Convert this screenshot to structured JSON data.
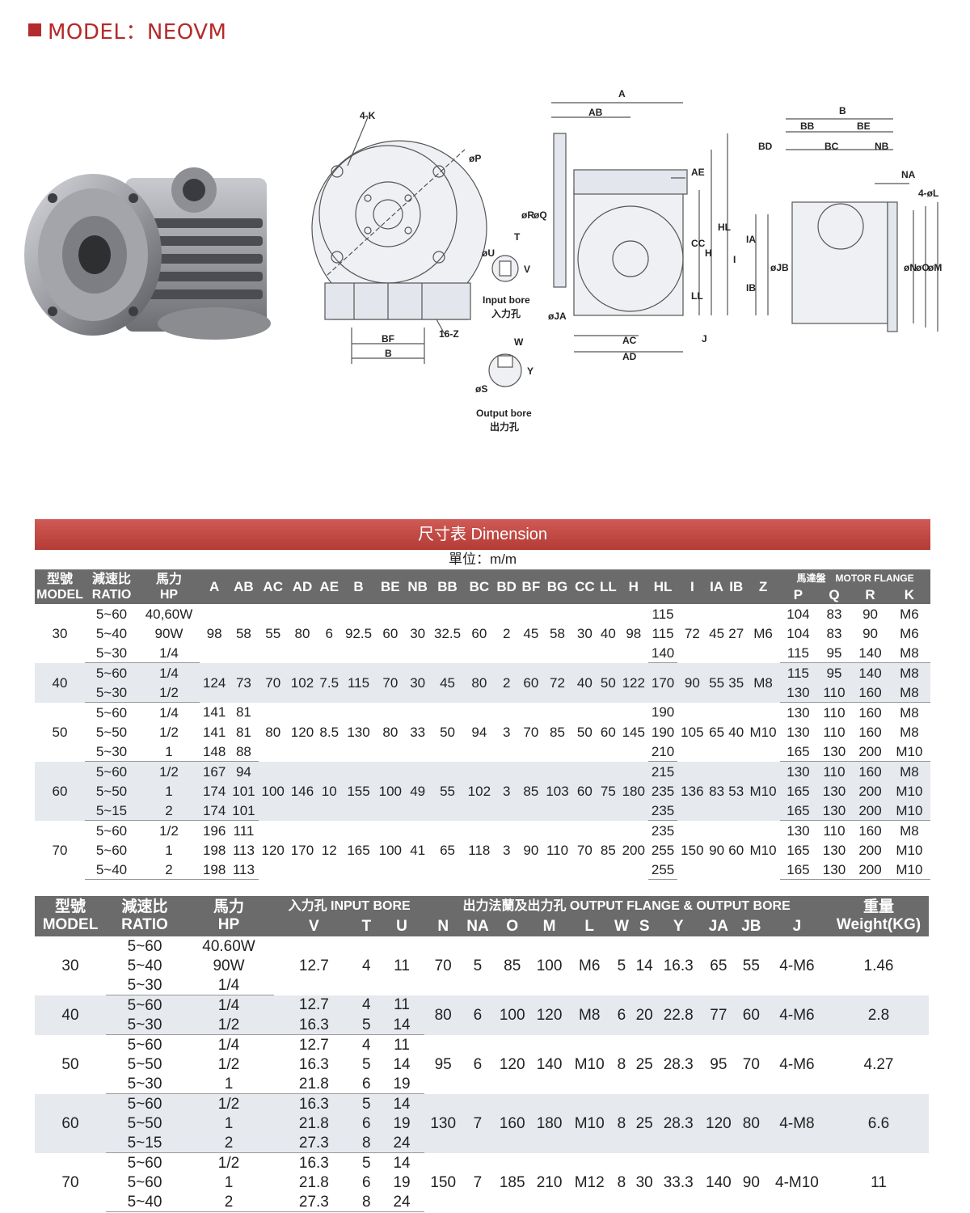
{
  "header": {
    "title": "MODEL：NEOVM"
  },
  "drawing": {
    "labels": {
      "k": "4-K",
      "p": "øP",
      "bf": "BF",
      "b_front": "B",
      "z": "16-Z",
      "a": "A",
      "ab": "AB",
      "ae": "AE",
      "r": "øR",
      "q": "øQ",
      "cc": "CC",
      "h": "H",
      "hl": "HL",
      "ll": "LL",
      "ja": "øJA",
      "ac": "AC",
      "ad": "AD",
      "j": "J",
      "b_side": "B",
      "bb": "BB",
      "be": "BE",
      "bd": "BD",
      "bc": "BC",
      "nb": "NB",
      "na": "NA",
      "l": "4-øL",
      "i": "I",
      "ia": "IA",
      "ib": "IB",
      "jb": "øJB",
      "n": "øN",
      "o": "øO",
      "m": "øM",
      "u": "øU",
      "t": "T",
      "v": "V",
      "s": "øS",
      "w": "W",
      "y": "Y"
    },
    "input_bore_en": "Input bore",
    "input_bore_cn": "入力孔",
    "output_bore_en": "Output bore",
    "output_bore_cn": "出力孔"
  },
  "table1": {
    "banner": "尺寸表 Dimension",
    "unit": "單位：m/m",
    "headers": {
      "model_cn": "型號",
      "model_en": "MODEL",
      "ratio_cn": "減速比",
      "ratio_en": "RATIO",
      "hp_cn": "馬力",
      "hp_en": "HP",
      "cols": [
        "A",
        "AB",
        "AC",
        "AD",
        "AE",
        "B",
        "BE",
        "NB",
        "BB",
        "BC",
        "BD",
        "BF",
        "BG",
        "CC",
        "LL",
        "H",
        "HL",
        "I",
        "IA",
        "IB",
        "Z"
      ],
      "motor_flange": "馬達盤　MOTOR FLANGE",
      "mf_cols": [
        "P",
        "Q",
        "R",
        "K"
      ]
    },
    "rows": [
      [
        "30",
        "5~60",
        "40,60W",
        "98",
        "58",
        "55",
        "80",
        "6",
        "92.5",
        "60",
        "30",
        "32.5",
        "60",
        "2",
        "45",
        "58",
        "30",
        "40",
        "98",
        "115",
        "72",
        "45",
        "27",
        "M6",
        "104",
        "83",
        "90",
        "M6"
      ],
      [
        "",
        "5~40",
        "90W",
        "",
        "",
        "",
        "",
        "",
        "",
        "",
        "",
        "",
        "",
        "",
        "",
        "",
        "",
        "",
        "",
        "115",
        "",
        "",
        "",
        "",
        "104",
        "83",
        "90",
        "M6"
      ],
      [
        "",
        "5~30",
        "1/4",
        "",
        "",
        "",
        "",
        "",
        "",
        "",
        "",
        "",
        "",
        "",
        "",
        "",
        "",
        "",
        "",
        "140",
        "",
        "",
        "",
        "",
        "115",
        "95",
        "140",
        "M8"
      ],
      [
        "40",
        "5~60",
        "1/4",
        "124",
        "73",
        "70",
        "102",
        "7.5",
        "115",
        "70",
        "30",
        "45",
        "80",
        "2",
        "60",
        "72",
        "40",
        "50",
        "122",
        "170",
        "90",
        "55",
        "35",
        "M8",
        "115",
        "95",
        "140",
        "M8"
      ],
      [
        "",
        "5~30",
        "1/2",
        "",
        "",
        "",
        "",
        "",
        "",
        "",
        "",
        "",
        "",
        "",
        "",
        "",
        "",
        "",
        "",
        "",
        "",
        "",
        "",
        "",
        "130",
        "110",
        "160",
        "M8"
      ],
      [
        "50",
        "5~60",
        "1/4",
        "141",
        "81",
        "80",
        "120",
        "8.5",
        "130",
        "80",
        "33",
        "50",
        "94",
        "3",
        "70",
        "85",
        "50",
        "60",
        "145",
        "190",
        "105",
        "65",
        "40",
        "M10",
        "130",
        "110",
        "160",
        "M8"
      ],
      [
        "",
        "5~50",
        "1/2",
        "141",
        "81",
        "",
        "",
        "",
        "",
        "",
        "",
        "",
        "",
        "",
        "",
        "",
        "",
        "",
        "",
        "190",
        "",
        "",
        "",
        "",
        "130",
        "110",
        "160",
        "M8"
      ],
      [
        "",
        "5~30",
        "1",
        "148",
        "88",
        "",
        "",
        "",
        "",
        "",
        "",
        "",
        "",
        "",
        "",
        "",
        "",
        "",
        "",
        "210",
        "",
        "",
        "",
        "",
        "165",
        "130",
        "200",
        "M10"
      ],
      [
        "60",
        "5~60",
        "1/2",
        "167",
        "94",
        "100",
        "146",
        "10",
        "155",
        "100",
        "49",
        "55",
        "102",
        "3",
        "85",
        "103",
        "60",
        "75",
        "180",
        "215",
        "136",
        "83",
        "53",
        "M10",
        "130",
        "110",
        "160",
        "M8"
      ],
      [
        "",
        "5~50",
        "1",
        "174",
        "101",
        "",
        "",
        "",
        "",
        "",
        "",
        "",
        "",
        "",
        "",
        "",
        "",
        "",
        "",
        "235",
        "",
        "",
        "",
        "",
        "165",
        "130",
        "200",
        "M10"
      ],
      [
        "",
        "5~15",
        "2",
        "174",
        "101",
        "",
        "",
        "",
        "",
        "",
        "",
        "",
        "",
        "",
        "",
        "",
        "",
        "",
        "",
        "235",
        "",
        "",
        "",
        "",
        "165",
        "130",
        "200",
        "M10"
      ],
      [
        "70",
        "5~60",
        "1/2",
        "196",
        "111",
        "120",
        "170",
        "12",
        "165",
        "100",
        "41",
        "65",
        "118",
        "3",
        "90",
        "110",
        "70",
        "85",
        "200",
        "235",
        "150",
        "90",
        "60",
        "M10",
        "130",
        "110",
        "160",
        "M8"
      ],
      [
        "",
        "5~60",
        "1",
        "198",
        "113",
        "",
        "",
        "",
        "",
        "",
        "",
        "",
        "",
        "",
        "",
        "",
        "",
        "",
        "",
        "255",
        "",
        "",
        "",
        "",
        "165",
        "130",
        "200",
        "M10"
      ],
      [
        "",
        "5~40",
        "2",
        "198",
        "113",
        "",
        "",
        "",
        "",
        "",
        "",
        "",
        "",
        "",
        "",
        "",
        "",
        "",
        "",
        "255",
        "",
        "",
        "",
        "",
        "165",
        "130",
        "200",
        "M10"
      ]
    ]
  },
  "table2": {
    "headers": {
      "model_cn": "型號",
      "model_en": "MODEL",
      "ratio_cn": "減速比",
      "ratio_en": "RATIO",
      "hp_cn": "馬力",
      "hp_en": "HP",
      "input_bore": "入力孔 INPUT BORE",
      "output_flange": "出力法蘭及出力孔 OUTPUT FLANGE & OUTPUT BORE",
      "weight_cn": "重量",
      "weight_en": "Weight(KG)",
      "input_cols": [
        "V",
        "T",
        "U"
      ],
      "output_cols": [
        "N",
        "NA",
        "O",
        "M",
        "L",
        "W",
        "S",
        "Y",
        "JA",
        "JB",
        "J"
      ]
    },
    "groups": [
      {
        "model": "30",
        "ratios": [
          "5~60",
          "5~40",
          "5~30"
        ],
        "hp": [
          "40.60W",
          "90W",
          "1/4"
        ],
        "v": [
          "",
          "12.7",
          ""
        ],
        "t": [
          "",
          "4",
          ""
        ],
        "u": [
          "",
          "11",
          ""
        ],
        "out": [
          "70",
          "5",
          "85",
          "100",
          "M6",
          "5",
          "14",
          "16.3",
          "65",
          "55",
          "4-M6"
        ],
        "weight": "1.46"
      },
      {
        "model": "40",
        "ratios": [
          "5~60",
          "5~30"
        ],
        "hp": [
          "1/4",
          "1/2"
        ],
        "v": [
          "12.7",
          "16.3"
        ],
        "t": [
          "4",
          "5"
        ],
        "u": [
          "11",
          "14"
        ],
        "out": [
          "80",
          "6",
          "100",
          "120",
          "M8",
          "6",
          "20",
          "22.8",
          "77",
          "60",
          "4-M6"
        ],
        "weight": "2.8"
      },
      {
        "model": "50",
        "ratios": [
          "5~60",
          "5~50",
          "5~30"
        ],
        "hp": [
          "1/4",
          "1/2",
          "1"
        ],
        "v": [
          "12.7",
          "16.3",
          "21.8"
        ],
        "t": [
          "4",
          "5",
          "6"
        ],
        "u": [
          "11",
          "14",
          "19"
        ],
        "out": [
          "95",
          "6",
          "120",
          "140",
          "M10",
          "8",
          "25",
          "28.3",
          "95",
          "70",
          "4-M6"
        ],
        "weight": "4.27"
      },
      {
        "model": "60",
        "ratios": [
          "5~60",
          "5~50",
          "5~15"
        ],
        "hp": [
          "1/2",
          "1",
          "2"
        ],
        "v": [
          "16.3",
          "21.8",
          "27.3"
        ],
        "t": [
          "5",
          "6",
          "8"
        ],
        "u": [
          "14",
          "19",
          "24"
        ],
        "out": [
          "130",
          "7",
          "160",
          "180",
          "M10",
          "8",
          "25",
          "28.3",
          "120",
          "80",
          "4-M8"
        ],
        "weight": "6.6"
      },
      {
        "model": "70",
        "ratios": [
          "5~60",
          "5~60",
          "5~40"
        ],
        "hp": [
          "1/2",
          "1",
          "2"
        ],
        "v": [
          "16.3",
          "21.8",
          "27.3"
        ],
        "t": [
          "5",
          "6",
          "8"
        ],
        "u": [
          "14",
          "19",
          "24"
        ],
        "out": [
          "150",
          "7",
          "185",
          "210",
          "M12",
          "8",
          "30",
          "33.3",
          "140",
          "90",
          "4-M10"
        ],
        "weight": "11"
      }
    ]
  }
}
